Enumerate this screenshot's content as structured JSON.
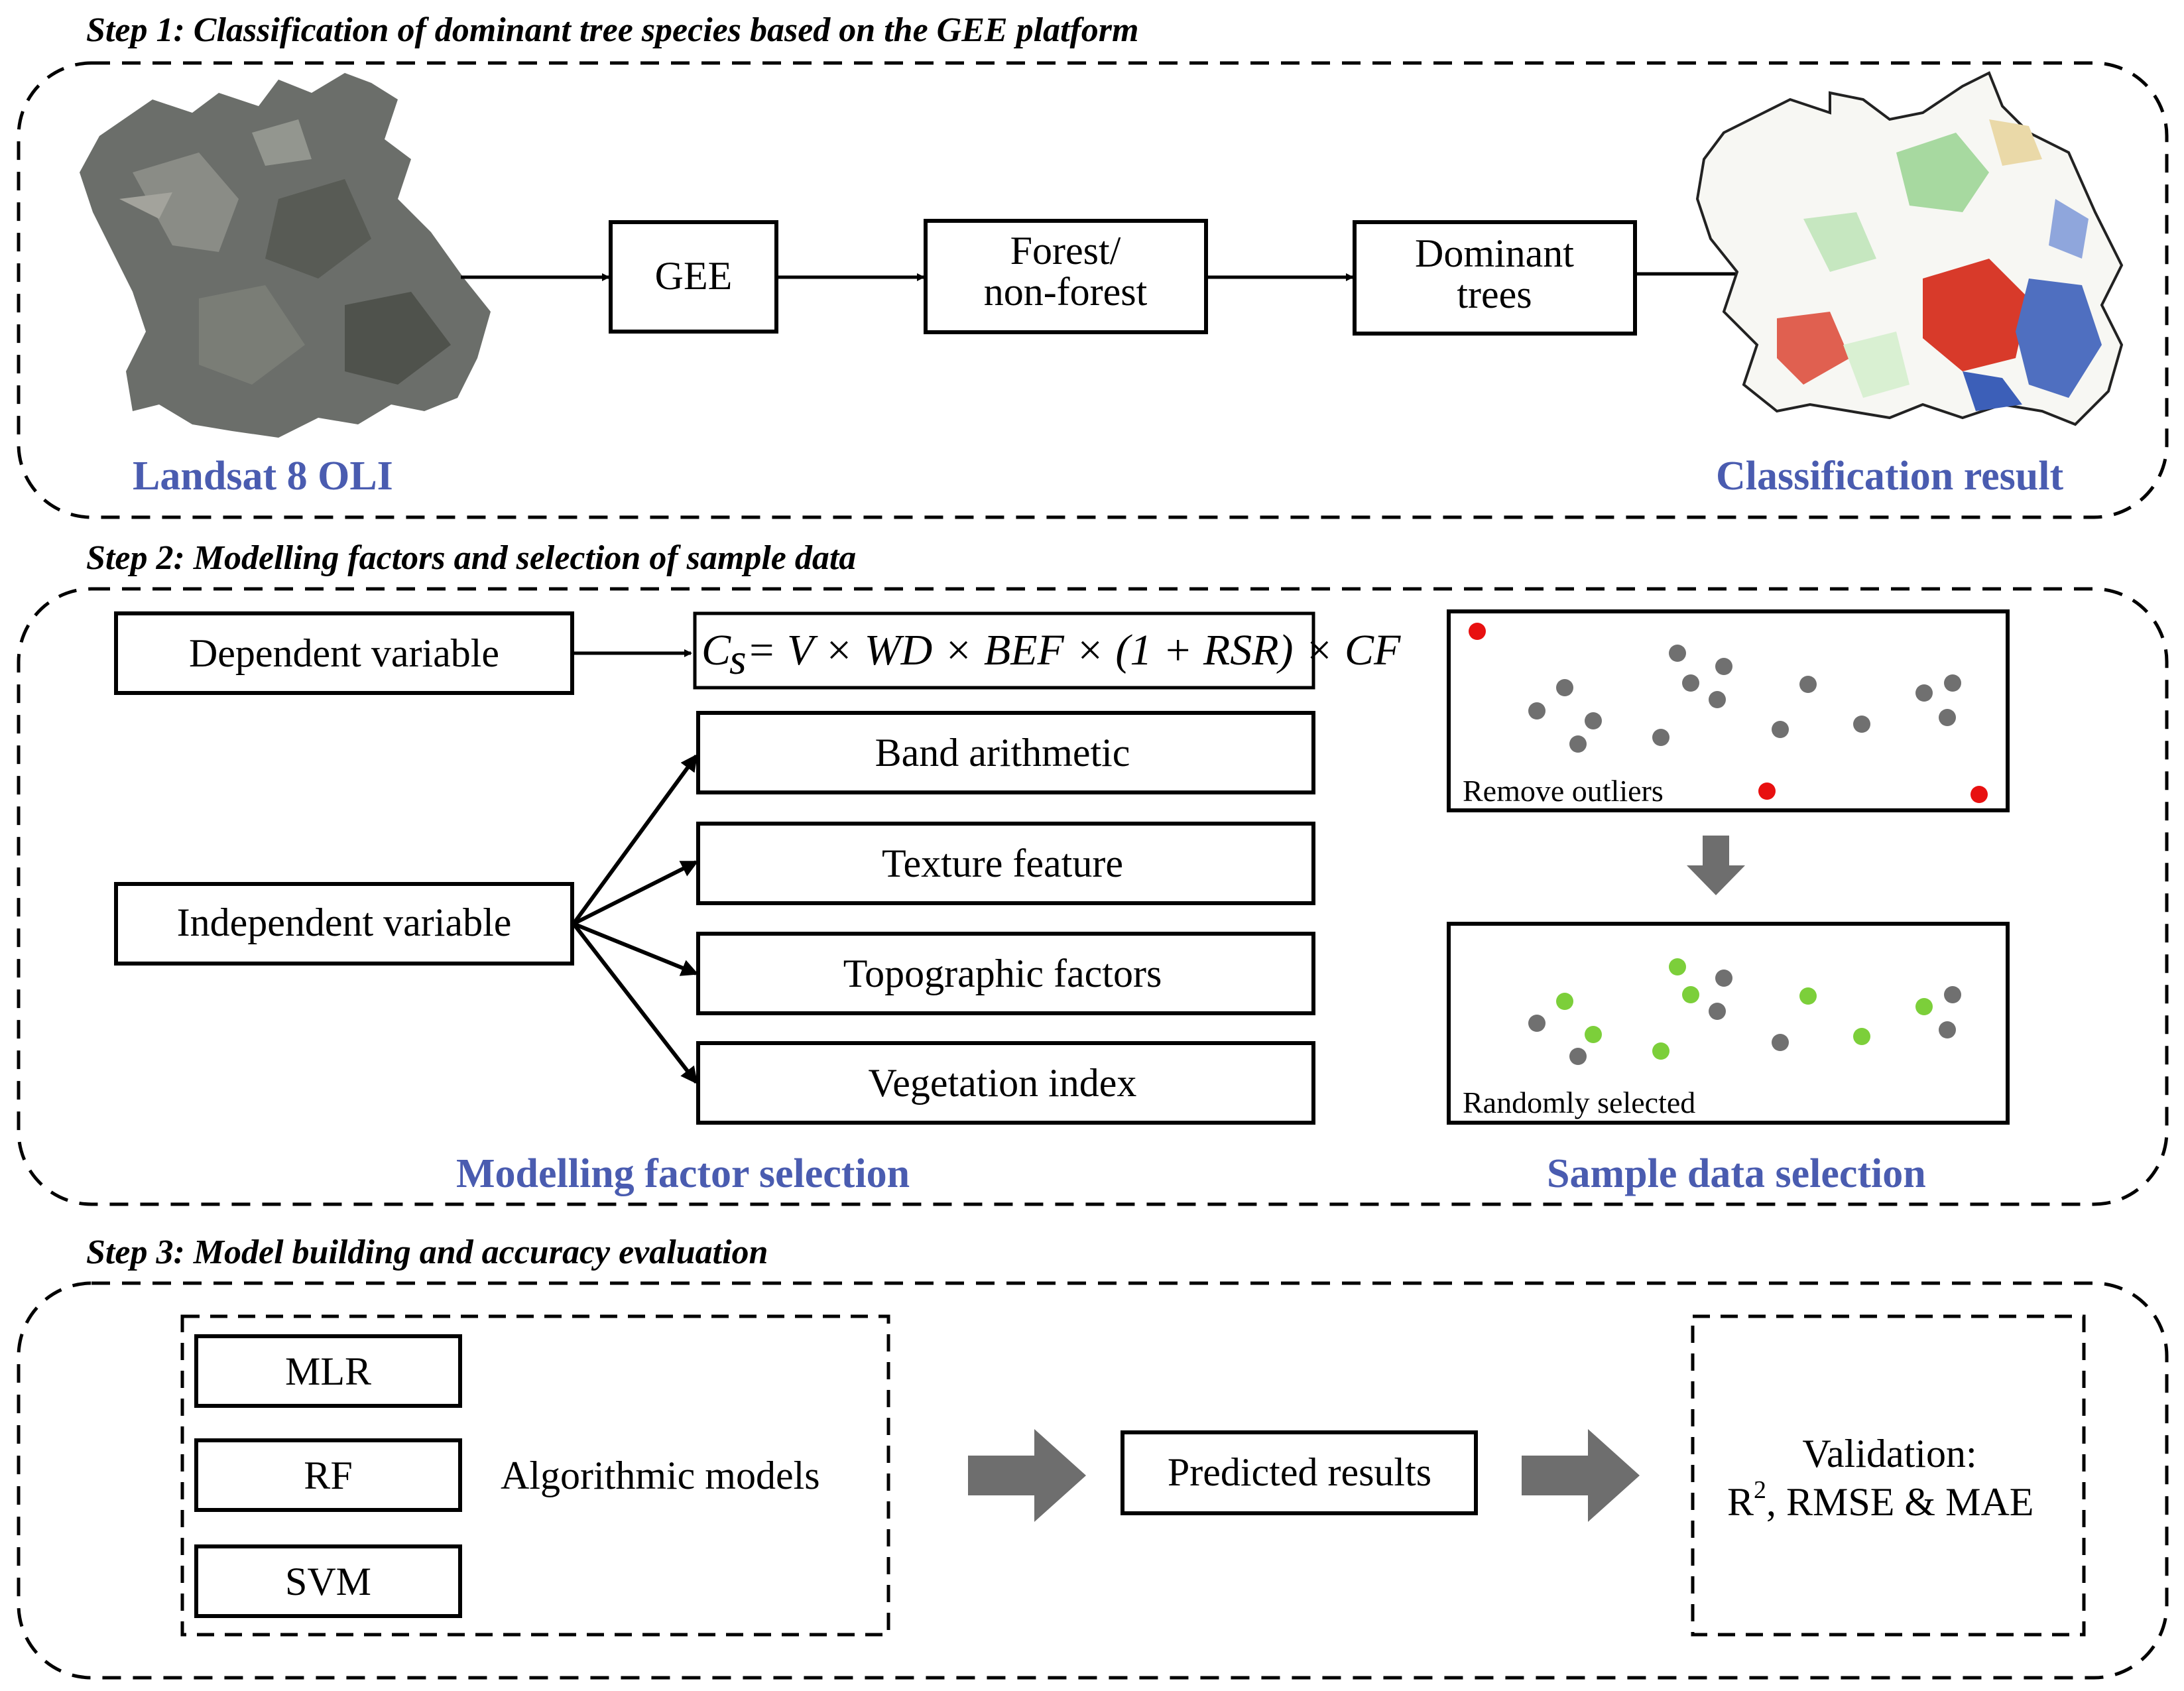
{
  "step1": {
    "title": "Step 1: Classification  of dominant tree species  based on the GEE platform",
    "input_label": "Landsat 8 OLI",
    "output_label": "Classification  result",
    "boxes": {
      "gee": "GEE",
      "forest_line1": "Forest/",
      "forest_line2": "non-forest",
      "dominant_line1": "Dominant",
      "dominant_line2": "trees"
    }
  },
  "step2": {
    "title": "Step 2: Modelling  factors  and selection  of sample data",
    "dependent": "Dependent variable",
    "independent": "Independent variable",
    "formula": {
      "lhs": "C",
      "sub": "s",
      "rhs": "= V × WD × BEF × (1 + RSR) × CF"
    },
    "factors": [
      "Band arithmetic",
      "Texture feature",
      "Topographic  factors",
      "Vegetation index"
    ],
    "outliers_label": "Remove outliers",
    "random_label": "Randomly selected",
    "left_caption": "Modelling  factor selection",
    "right_caption": "Sample data selection"
  },
  "step3": {
    "title": "Step 3: Model building  and accuracy  evaluation",
    "models": [
      "MLR",
      "RF",
      "SVM"
    ],
    "models_caption": "Algorithmic  models",
    "predicted": "Predicted results",
    "validation_line1": "Validation:",
    "validation_r": "R",
    "validation_sup": "2",
    "validation_rest": ", RMSE & MAE"
  },
  "colors": {
    "caption_blue": "#4a5cb0",
    "outlier_red": "#e81010",
    "selected_green": "#7ccf3a",
    "point_gray": "#707070",
    "arrow_gray": "#6e6e6e"
  }
}
